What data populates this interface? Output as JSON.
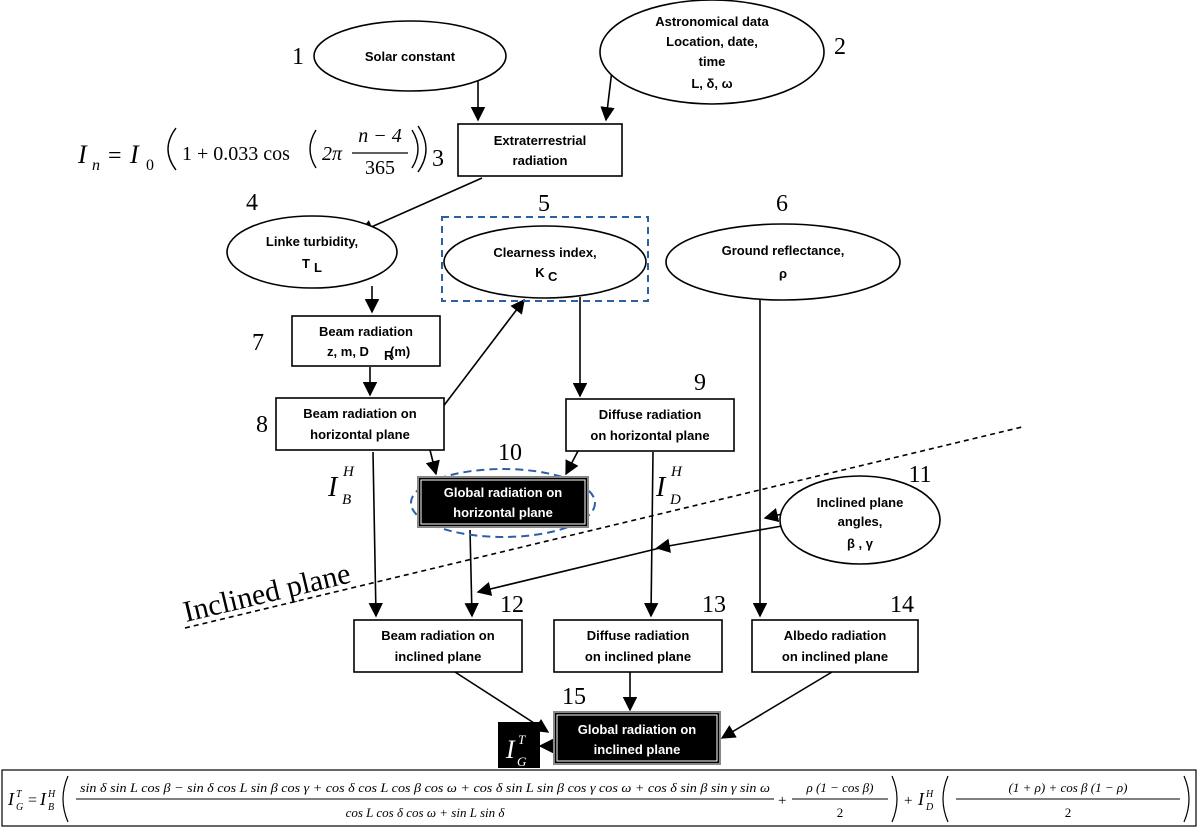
{
  "nodes": {
    "n1": {
      "number": "1",
      "lines": [
        "Solar constant"
      ]
    },
    "n2": {
      "number": "2",
      "lines": [
        "Astronomical data",
        "Location, date,",
        "time",
        "L, δ, ω"
      ]
    },
    "n3": {
      "number": "3",
      "lines": [
        "Extraterrestrial",
        "radiation"
      ]
    },
    "n4": {
      "number": "4",
      "lines": [
        "Linke turbidity,",
        "T",
        "L"
      ]
    },
    "n5": {
      "number": "5",
      "lines": [
        "Clearness index,",
        "K",
        "C"
      ]
    },
    "n6": {
      "number": "6",
      "lines": [
        "Ground reflectance,",
        "ρ"
      ]
    },
    "n7": {
      "number": "7",
      "lines": [
        "Beam  radiation",
        "z, m, D",
        "R",
        "(m)"
      ]
    },
    "n8": {
      "number": "8",
      "lines": [
        "Beam radiation on",
        "horizontal plane"
      ]
    },
    "n9": {
      "number": "9",
      "lines": [
        "Diffuse  radiation",
        "on horizontal plane"
      ]
    },
    "n10": {
      "number": "10",
      "lines": [
        "Global radiation on",
        "horizontal plane"
      ]
    },
    "n11": {
      "number": "11",
      "lines": [
        "Inclined plane",
        "angles,",
        "β , γ"
      ]
    },
    "n12": {
      "number": "12",
      "lines": [
        "Beam radiation on",
        "inclined plane"
      ]
    },
    "n13": {
      "number": "13",
      "lines": [
        "Diffuse  radiation",
        "on inclined plane"
      ]
    },
    "n14": {
      "number": "14",
      "lines": [
        "Albedo radiation",
        "on inclined plane"
      ]
    },
    "n15": {
      "number": "15",
      "lines": [
        "Global radiation on",
        "inclined plane"
      ]
    }
  },
  "labels": {
    "inclined_plane": "Inclined plane",
    "ibh_main": "I",
    "ibh_sub": "B",
    "ibh_sup": "H",
    "idh_main": "I",
    "idh_sub": "D",
    "idh_sup": "H",
    "igt_main": "I",
    "igt_sub": "G",
    "igt_sup": "T"
  },
  "equation_top": {
    "lhs": "I",
    "lhs_sub": "n",
    "eq": "=",
    "i0": "I",
    "i0_sub": "0",
    "body": "1 + 0.033 cos",
    "two_pi": "2π",
    "num": "n − 4",
    "den": "365"
  },
  "equation_bottom": {
    "lhs": "I",
    "lhs_sub": "G",
    "lhs_sup": "T",
    "eq": "=",
    "ib": "I",
    "ib_sub": "B",
    "ib_sup": "H",
    "frac1_num": "sin δ sin L cos β − sin δ cos L sin β cos γ + cos δ cos L cos β cos ω + cos δ sin L sin β cos γ cos ω + cos δ sin β sin γ sin ω",
    "frac1_den": "cos L cos δ cos ω + sin L sin δ",
    "plus1": "+",
    "frac2_num": "ρ (1 − cos β)",
    "frac2_den": "2",
    "plus2": "+",
    "id": "I",
    "id_sub": "D",
    "id_sup": "H",
    "frac3_num": "(1 + ρ) + cos β (1 − ρ)",
    "frac3_den": "2"
  },
  "colors": {
    "dash_blue": "#2b5fa8",
    "dark_box": "#000000"
  }
}
